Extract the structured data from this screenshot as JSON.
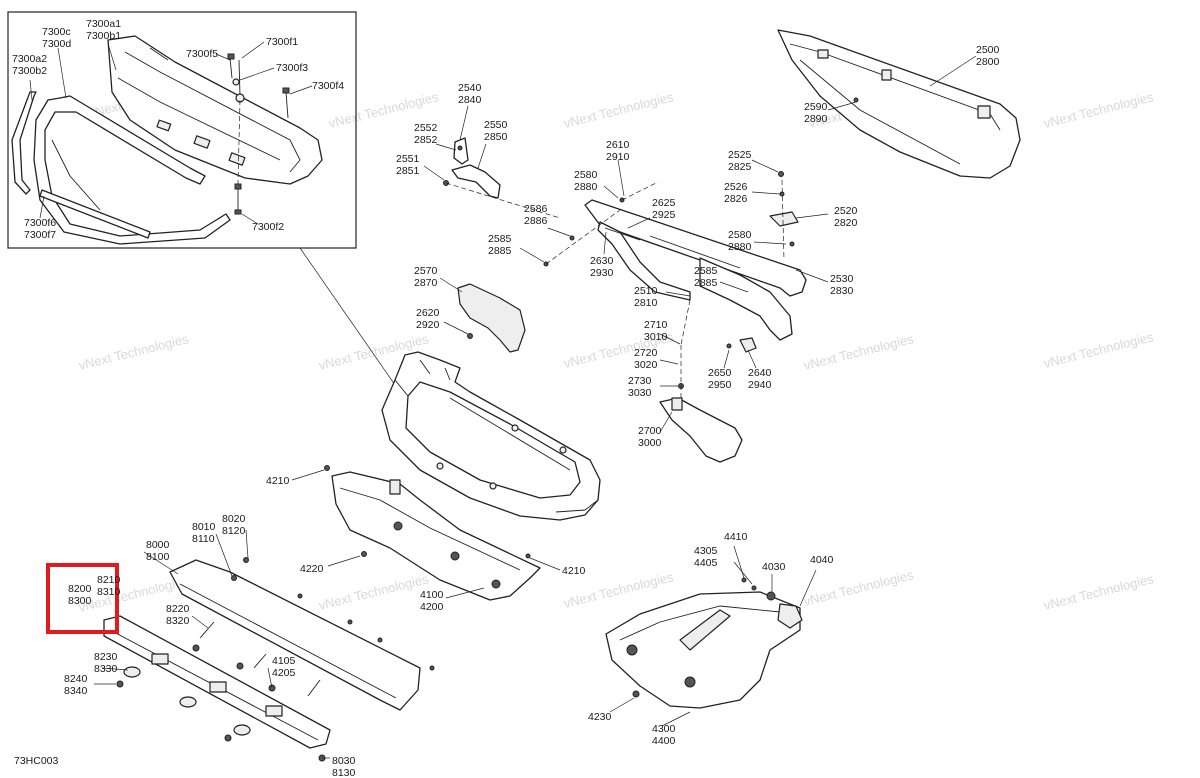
{
  "diagram_code": "73HC003",
  "watermark": "vNext Technologies",
  "highlight_color": "#e01b1b",
  "callouts": [
    {
      "id": "c-7300c",
      "lines": [
        "7300c",
        "7300d"
      ]
    },
    {
      "id": "c-7300a1",
      "lines": [
        "7300a1",
        "7300b1"
      ]
    },
    {
      "id": "c-7300a2",
      "lines": [
        "7300a2",
        "7300b2"
      ]
    },
    {
      "id": "c-7300f5",
      "lines": [
        "7300f5"
      ]
    },
    {
      "id": "c-7300f1",
      "lines": [
        "7300f1"
      ]
    },
    {
      "id": "c-7300f3",
      "lines": [
        "7300f3"
      ]
    },
    {
      "id": "c-7300f4",
      "lines": [
        "7300f4"
      ]
    },
    {
      "id": "c-7300f6",
      "lines": [
        "7300f6",
        "7300f7"
      ]
    },
    {
      "id": "c-7300f2",
      "lines": [
        "7300f2"
      ]
    },
    {
      "id": "c-2540",
      "lines": [
        "2540",
        "2840"
      ]
    },
    {
      "id": "c-2552",
      "lines": [
        "2552",
        "2852"
      ]
    },
    {
      "id": "c-2550",
      "lines": [
        "2550",
        "2850"
      ]
    },
    {
      "id": "c-2551",
      "lines": [
        "2551",
        "2851"
      ]
    },
    {
      "id": "c-2610",
      "lines": [
        "2610",
        "2910"
      ]
    },
    {
      "id": "c-2580a",
      "lines": [
        "2580",
        "2880"
      ]
    },
    {
      "id": "c-2586",
      "lines": [
        "2586",
        "2886"
      ]
    },
    {
      "id": "c-2625",
      "lines": [
        "2625",
        "2925"
      ]
    },
    {
      "id": "c-2585a",
      "lines": [
        "2585",
        "2885"
      ]
    },
    {
      "id": "c-2630",
      "lines": [
        "2630",
        "2930"
      ]
    },
    {
      "id": "c-2570",
      "lines": [
        "2570",
        "2870"
      ]
    },
    {
      "id": "c-2620",
      "lines": [
        "2620",
        "2920"
      ]
    },
    {
      "id": "c-2510",
      "lines": [
        "2510",
        "2810"
      ]
    },
    {
      "id": "c-2585b",
      "lines": [
        "2585",
        "2885"
      ]
    },
    {
      "id": "c-2710",
      "lines": [
        "2710",
        "3010"
      ]
    },
    {
      "id": "c-2720",
      "lines": [
        "2720",
        "3020"
      ]
    },
    {
      "id": "c-2730",
      "lines": [
        "2730",
        "3030"
      ]
    },
    {
      "id": "c-2700",
      "lines": [
        "2700",
        "3000"
      ]
    },
    {
      "id": "c-2650",
      "lines": [
        "2650",
        "2950"
      ]
    },
    {
      "id": "c-2640",
      "lines": [
        "2640",
        "2940"
      ]
    },
    {
      "id": "c-2525",
      "lines": [
        "2525",
        "2825"
      ]
    },
    {
      "id": "c-2526",
      "lines": [
        "2526",
        "2826"
      ]
    },
    {
      "id": "c-2520",
      "lines": [
        "2520",
        "2820"
      ]
    },
    {
      "id": "c-2580b",
      "lines": [
        "2580",
        "2880"
      ]
    },
    {
      "id": "c-2530",
      "lines": [
        "2530",
        "2830"
      ]
    },
    {
      "id": "c-2500",
      "lines": [
        "2500",
        "2800"
      ]
    },
    {
      "id": "c-2590",
      "lines": [
        "2590",
        "2890"
      ]
    },
    {
      "id": "c-4210a",
      "lines": [
        "4210"
      ]
    },
    {
      "id": "c-4220",
      "lines": [
        "4220"
      ]
    },
    {
      "id": "c-4210b",
      "lines": [
        "4210"
      ]
    },
    {
      "id": "c-4100",
      "lines": [
        "4100",
        "4200"
      ]
    },
    {
      "id": "c-8010",
      "lines": [
        "8010",
        "8110"
      ]
    },
    {
      "id": "c-8020",
      "lines": [
        "8020",
        "8120"
      ]
    },
    {
      "id": "c-8000",
      "lines": [
        "8000",
        "8100"
      ]
    },
    {
      "id": "c-8200",
      "lines": [
        "8200",
        "8300"
      ]
    },
    {
      "id": "c-8210",
      "lines": [
        "8210",
        "8310"
      ]
    },
    {
      "id": "c-8220",
      "lines": [
        "8220",
        "8320"
      ]
    },
    {
      "id": "c-8230",
      "lines": [
        "8230",
        "8330"
      ]
    },
    {
      "id": "c-8240",
      "lines": [
        "8240",
        "8340"
      ]
    },
    {
      "id": "c-4105",
      "lines": [
        "4105",
        "4205"
      ]
    },
    {
      "id": "c-8030",
      "lines": [
        "8030",
        "8130"
      ]
    },
    {
      "id": "c-4410",
      "lines": [
        "4410"
      ]
    },
    {
      "id": "c-4305",
      "lines": [
        "4305",
        "4405"
      ]
    },
    {
      "id": "c-4030",
      "lines": [
        "4030"
      ]
    },
    {
      "id": "c-4040",
      "lines": [
        "4040"
      ]
    },
    {
      "id": "c-4230",
      "lines": [
        "4230"
      ]
    },
    {
      "id": "c-4300",
      "lines": [
        "4300",
        "4400"
      ]
    }
  ]
}
